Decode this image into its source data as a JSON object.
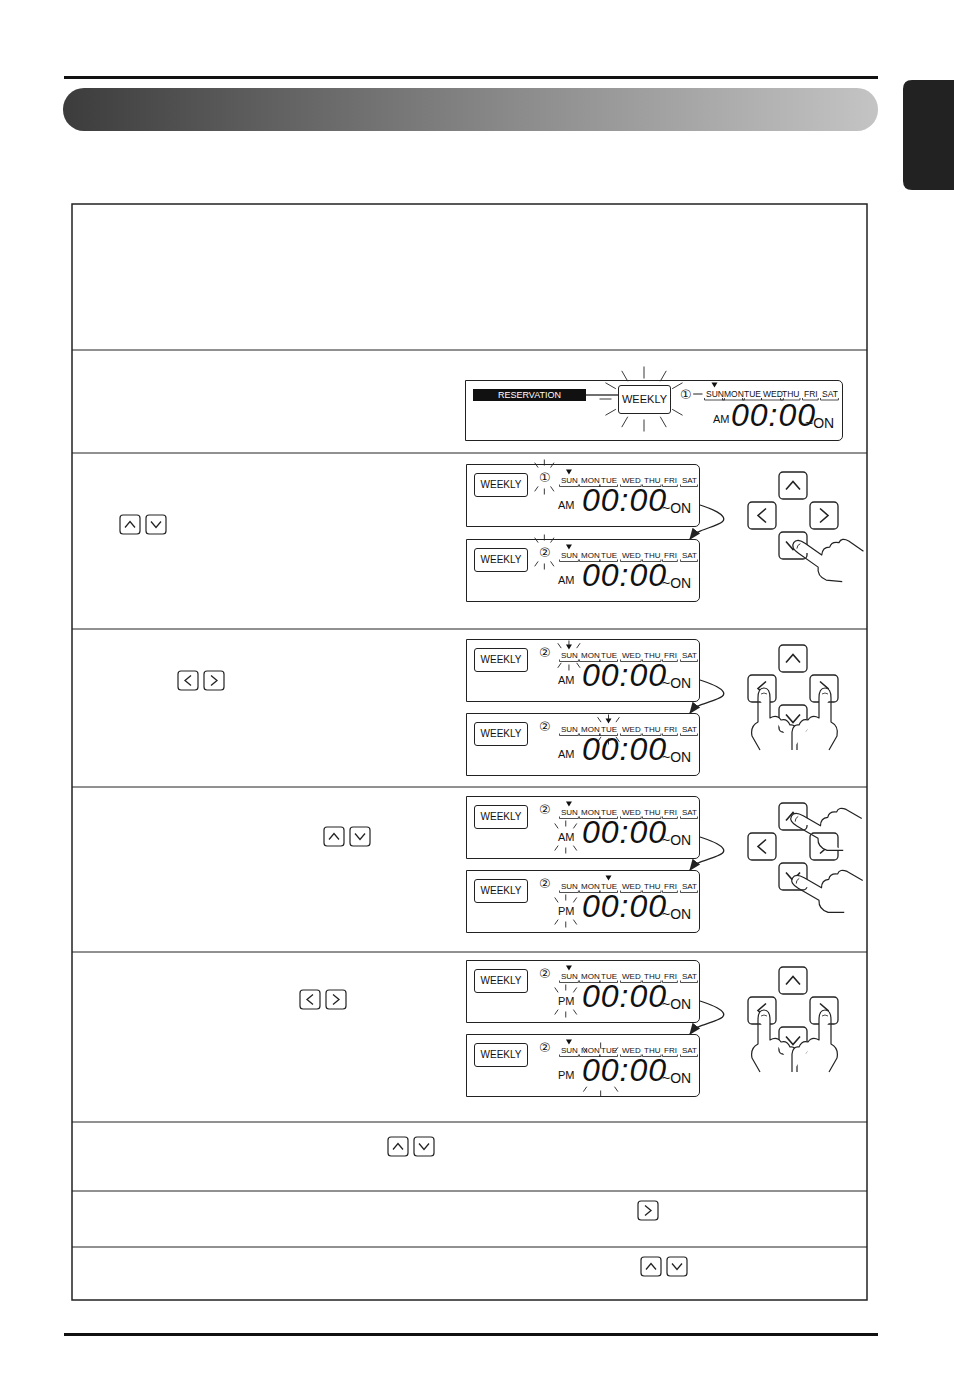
{
  "diagram": {
    "nodes": [
      {
        "text": [
          "①",
          "SUN",
          "MON",
          "TUE",
          "WED",
          "THU",
          "FRI",
          "SAT",
          "AM",
          "00:00",
          "~ON"
        ]
      },
      {
        "text": [
          "RESERVATION"
        ],
        "in": 0
      },
      {
        "text": [
          "WEEKLY"
        ],
        "in": 0
      },
      {
        "text": [
          "①",
          "SUN",
          "MON",
          "TUE",
          "WED",
          "THU",
          "FRI",
          "SAT",
          "AM",
          "00:00",
          "~ON"
        ]
      },
      {
        "text": [
          "WEEKLY"
        ],
        "in": 3
      },
      {
        "text": [
          "②",
          "SUN",
          "MON",
          "TUE",
          "WED",
          "THU",
          "FRI",
          "SAT",
          "AM",
          "00:00",
          "~ON"
        ]
      },
      {
        "text": [
          "WEEKLY"
        ],
        "in": 5
      },
      {
        "text": [
          "②",
          "SUN",
          "MON",
          "TUE",
          "WED",
          "THU",
          "FRI",
          "SAT",
          "AM",
          "00:00",
          "~ON"
        ]
      },
      {
        "text": [
          "WEEKLY"
        ],
        "in": 7
      },
      {
        "text": [
          "②",
          "SUN",
          "MON",
          "TUE",
          "WED",
          "THU",
          "FRI",
          "SAT",
          "AM",
          "00:00",
          "~ON"
        ]
      },
      {
        "text": [
          "WEEKLY"
        ],
        "in": 9
      },
      {
        "text": [
          "②",
          "SUN",
          "MON",
          "TUE",
          "WED",
          "THU",
          "FRI",
          "SAT",
          "AM",
          "00:00",
          "~ON"
        ]
      },
      {
        "text": [
          "WEEKLY"
        ],
        "in": 11
      },
      {
        "text": [
          "②",
          "SUN",
          "MON",
          "TUE",
          "WED",
          "THU",
          "FRI",
          "SAT",
          "PM",
          "00:00",
          "~ON"
        ]
      },
      {
        "text": [
          "WEEKLY"
        ],
        "in": 13
      },
      {
        "text": [
          "②",
          "SUN",
          "MON",
          "TUE",
          "WED",
          "THU",
          "FRI",
          "SAT",
          "PM",
          "00:00",
          "~ON"
        ]
      },
      {
        "text": [
          "WEEKLY"
        ],
        "in": 15
      },
      {
        "text": [
          "②",
          "SUN",
          "MON",
          "TUE",
          "WED",
          "THU",
          "FRI",
          "SAT",
          "PM",
          "00:00",
          "~ON"
        ]
      },
      {
        "text": [
          "WEEKLY"
        ],
        "in": 17
      }
    ],
    "edges": [
      {
        "from": 1,
        "to": 2,
        "arrow": "none"
      },
      {
        "from": 3,
        "to": 5,
        "arrow": "to"
      },
      {
        "from": 7,
        "to": 9,
        "arrow": "to"
      },
      {
        "from": 11,
        "to": 13,
        "arrow": "to"
      },
      {
        "from": 15,
        "to": 17,
        "arrow": "to"
      }
    ]
  }
}
